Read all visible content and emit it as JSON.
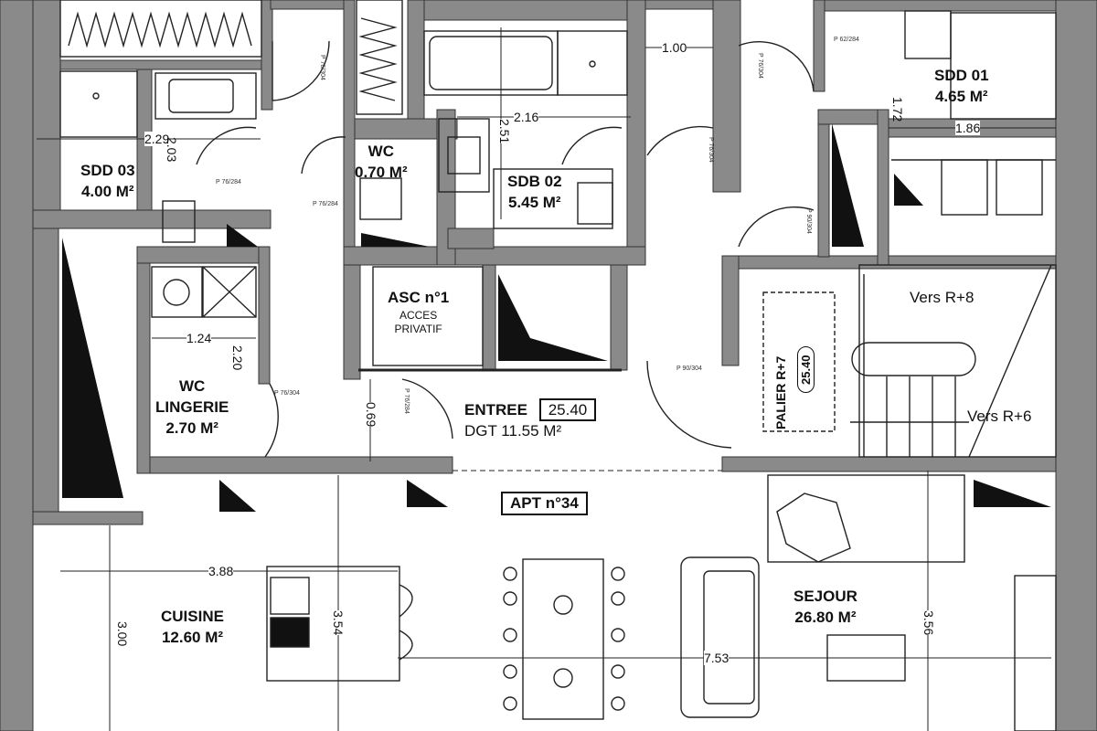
{
  "rooms": {
    "sdd03": {
      "name": "SDD 03",
      "area": "4.00 M²"
    },
    "wc1": {
      "name": "WC",
      "area": "0.70 M²"
    },
    "sdb02": {
      "name": "SDB 02",
      "area": "5.45 M²"
    },
    "sdd01": {
      "name": "SDD 01",
      "area": "4.65 M²"
    },
    "asc": {
      "name": "ASC n°1",
      "sub1": "ACCES",
      "sub2": "PRIVATIF"
    },
    "wc_lingerie": {
      "line1": "WC",
      "line2": "LINGERIE",
      "area": "2.70 M²"
    },
    "entree": {
      "line1": "ENTREE",
      "line2": "DGT  11.55 M²",
      "box": "25.40"
    },
    "apt": {
      "label": "APT n°34"
    },
    "cuisine": {
      "name": "CUISINE",
      "area": "12.60 M²"
    },
    "sejour": {
      "name": "SEJOUR",
      "area": "26.80 M²"
    },
    "palier": {
      "name": "PALIER R+7",
      "box": "25.40"
    }
  },
  "stairs": {
    "up": "Vers R+8",
    "down": "Vers R+6"
  },
  "dimensions": {
    "d100": "1.00",
    "d172": "1.72",
    "d186": "1.86",
    "d216": "2.16",
    "d251": "2.51",
    "d229": "2.29",
    "d203": "2.03",
    "d124": "1.24",
    "d220": "2.20",
    "d069": "0.69",
    "d388": "3.88",
    "d300": "3.00",
    "d354": "3.54",
    "d753": "7.53",
    "d356": "3.56"
  },
  "door_tags": [
    "P 76/304",
    "P 62/284",
    "P 76/304",
    "P 76/284",
    "P 76/284",
    "P 76/304",
    "P 90/304",
    "P 76/304",
    "P 76/284",
    "P 90/304"
  ],
  "colors": {
    "wall": "#8a8a8a",
    "line": "#222222",
    "paper": "#ffffff"
  }
}
